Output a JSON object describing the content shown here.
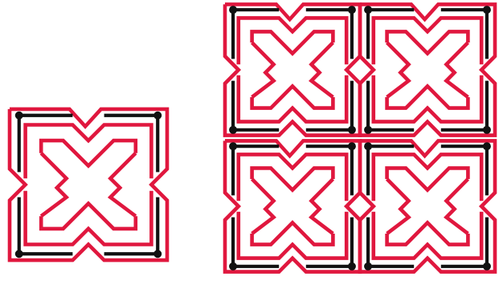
{
  "colors": {
    "band": "#e0173e",
    "line": "#111111",
    "background": "#ffffff"
  },
  "figure": {
    "small_tile": {
      "corners": 4
    },
    "large_pattern": {
      "grid": [
        2,
        2
      ]
    }
  }
}
